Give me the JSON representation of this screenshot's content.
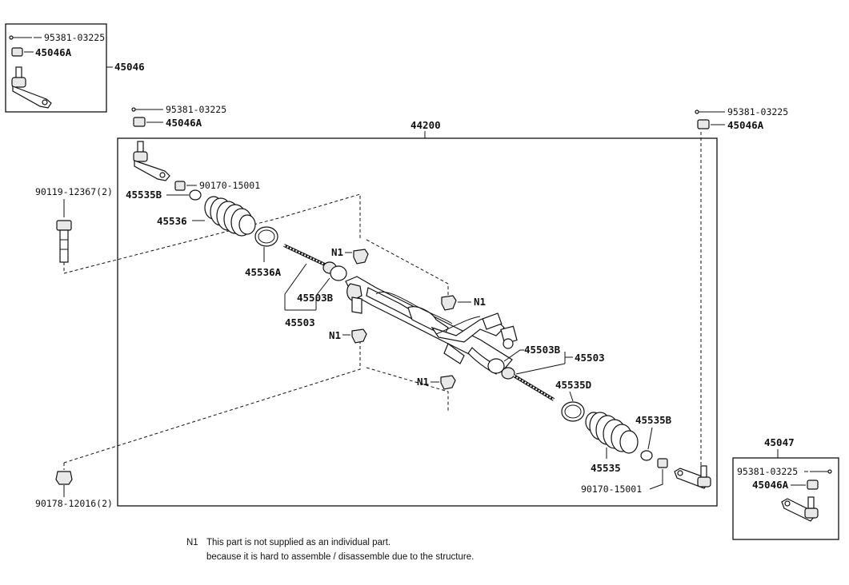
{
  "labels": {
    "top_left_box": {
      "pin": "95381-03225",
      "nut": "45046A",
      "assembly": "45046"
    },
    "left_pin": "95381-03225",
    "left_nut": "45046A",
    "main_assembly": "44200",
    "right_pin": "95381-03225",
    "right_nut": "45046A",
    "bolt_left": "90119-12367(2)",
    "bolt_left_bottom": "90178-12016(2)",
    "clip_left": "90170-15001",
    "clamp_b_left": "45535B",
    "boot_left": "45536",
    "clamp_a_left": "45536A",
    "rod_b_left": "45503B",
    "rod_left": "45503",
    "n1_top": "N1",
    "n1_mid_right": "N1",
    "n1_mid_left": "N1",
    "n1_bottom": "N1",
    "rod_b_right": "45503B",
    "rod_right": "45503",
    "clamp_d_right": "45535D",
    "clamp_b_right": "45535B",
    "boot_right": "45535",
    "clip_right": "90170-15001",
    "bottom_right_box": {
      "assembly": "45047",
      "pin": "95381-03225",
      "nut": "45046A"
    }
  },
  "footnote": {
    "key": "N1",
    "line1": "This part is not supplied as an individual part.",
    "line2": "because it is hard to assemble / disassemble due to the structure."
  }
}
